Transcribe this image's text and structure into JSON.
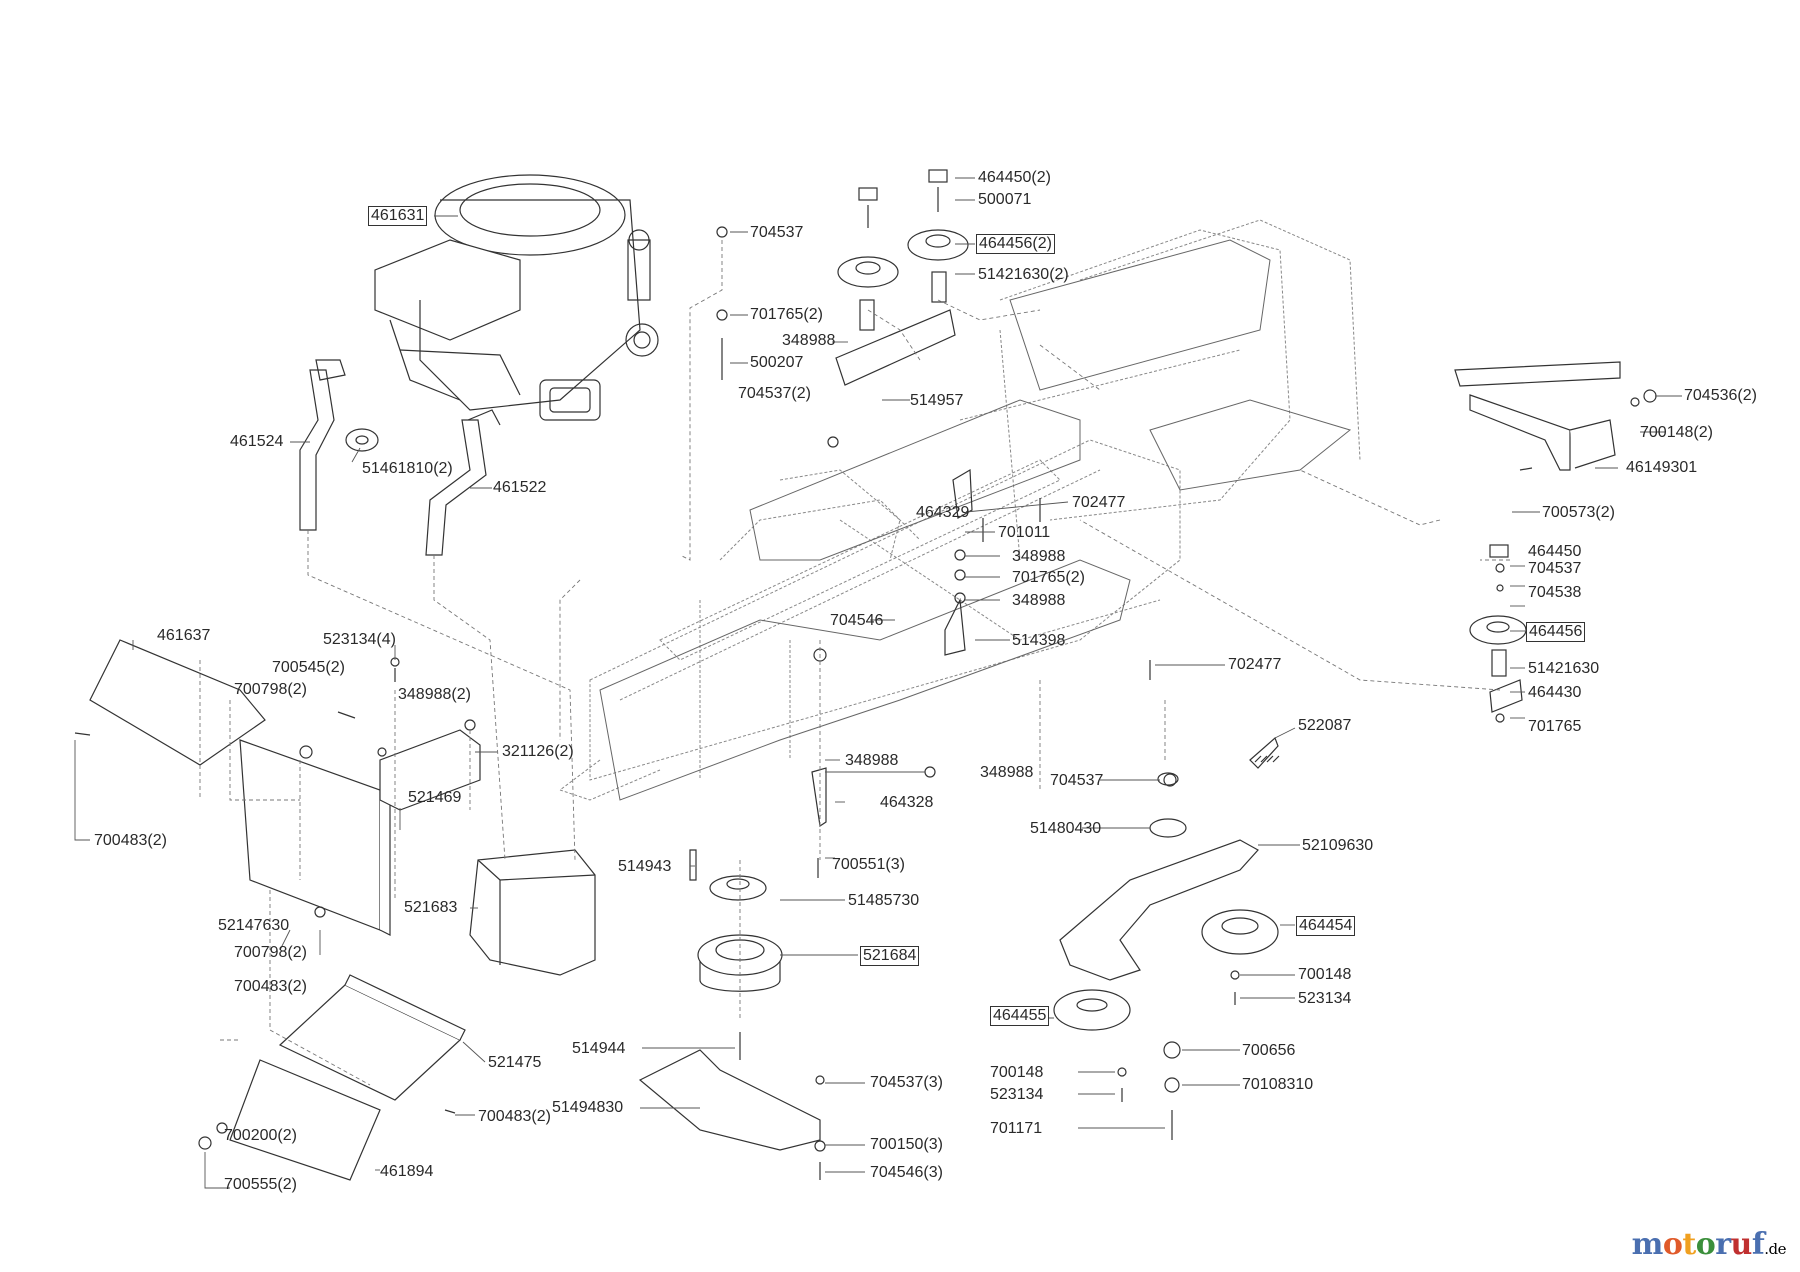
{
  "diagram": {
    "labels": [
      {
        "id": "l01",
        "text": "461631",
        "boxed": true
      },
      {
        "id": "l02",
        "text": "461524",
        "boxed": false
      },
      {
        "id": "l03",
        "text": "51461810(2)",
        "boxed": false
      },
      {
        "id": "l04",
        "text": "461522",
        "boxed": false
      },
      {
        "id": "l05",
        "text": "704537",
        "boxed": false
      },
      {
        "id": "l06",
        "text": "701765(2)",
        "boxed": false
      },
      {
        "id": "l07",
        "text": "500207",
        "boxed": false
      },
      {
        "id": "l08",
        "text": "704537(2)",
        "boxed": false
      },
      {
        "id": "l09",
        "text": "464450(2)",
        "boxed": false
      },
      {
        "id": "l10",
        "text": "500071",
        "boxed": false
      },
      {
        "id": "l11",
        "text": "464456(2)",
        "boxed": true
      },
      {
        "id": "l12",
        "text": "51421630(2)",
        "boxed": false
      },
      {
        "id": "l13",
        "text": "348988",
        "boxed": false
      },
      {
        "id": "l14",
        "text": "514957",
        "boxed": false
      },
      {
        "id": "l15",
        "text": "704536(2)",
        "boxed": false
      },
      {
        "id": "l16",
        "text": "700148(2)",
        "boxed": false
      },
      {
        "id": "l17",
        "text": "46149301",
        "boxed": false
      },
      {
        "id": "l18",
        "text": "700573(2)",
        "boxed": false
      },
      {
        "id": "l19",
        "text": "464329",
        "boxed": false
      },
      {
        "id": "l20",
        "text": "702477",
        "boxed": false
      },
      {
        "id": "l21",
        "text": "701011",
        "boxed": false
      },
      {
        "id": "l22",
        "text": "348988",
        "boxed": false
      },
      {
        "id": "l23",
        "text": "701765(2)",
        "boxed": false
      },
      {
        "id": "l24",
        "text": "348988",
        "boxed": false
      },
      {
        "id": "l25",
        "text": "704546",
        "boxed": false
      },
      {
        "id": "l26",
        "text": "514398",
        "boxed": false
      },
      {
        "id": "l27",
        "text": "702477",
        "boxed": false
      },
      {
        "id": "l28",
        "text": "464450",
        "boxed": false
      },
      {
        "id": "l29",
        "text": "704537",
        "boxed": false
      },
      {
        "id": "l30",
        "text": "704538",
        "boxed": false
      },
      {
        "id": "l31",
        "text": "464456",
        "boxed": true
      },
      {
        "id": "l32",
        "text": "51421630",
        "boxed": false
      },
      {
        "id": "l33",
        "text": "464430",
        "boxed": false
      },
      {
        "id": "l34",
        "text": "701765",
        "boxed": false
      },
      {
        "id": "l35",
        "text": "461637",
        "boxed": false
      },
      {
        "id": "l36",
        "text": "523134(4)",
        "boxed": false
      },
      {
        "id": "l37",
        "text": "700545(2)",
        "boxed": false
      },
      {
        "id": "l38",
        "text": "700798(2)",
        "boxed": false
      },
      {
        "id": "l39",
        "text": "348988(2)",
        "boxed": false
      },
      {
        "id": "l40",
        "text": "321126(2)",
        "boxed": false
      },
      {
        "id": "l41",
        "text": "521469",
        "boxed": false
      },
      {
        "id": "l42",
        "text": "700483(2)",
        "boxed": false
      },
      {
        "id": "l43",
        "text": "521683",
        "boxed": false
      },
      {
        "id": "l44",
        "text": "52147630",
        "boxed": false
      },
      {
        "id": "l45",
        "text": "700798(2)",
        "boxed": false
      },
      {
        "id": "l46",
        "text": "700483(2)",
        "boxed": false
      },
      {
        "id": "l47",
        "text": "521475",
        "boxed": false
      },
      {
        "id": "l48",
        "text": "700483(2)",
        "boxed": false
      },
      {
        "id": "l49",
        "text": "700200(2)",
        "boxed": false
      },
      {
        "id": "l50",
        "text": "700555(2)",
        "boxed": false
      },
      {
        "id": "l51",
        "text": "461894",
        "boxed": false
      },
      {
        "id": "l52",
        "text": "348988",
        "boxed": false
      },
      {
        "id": "l53",
        "text": "348988",
        "boxed": false
      },
      {
        "id": "l54",
        "text": "464328",
        "boxed": false
      },
      {
        "id": "l55",
        "text": "514943",
        "boxed": false
      },
      {
        "id": "l56",
        "text": "700551(3)",
        "boxed": false
      },
      {
        "id": "l57",
        "text": "51485730",
        "boxed": false
      },
      {
        "id": "l58",
        "text": "521684",
        "boxed": true
      },
      {
        "id": "l59",
        "text": "514944",
        "boxed": false
      },
      {
        "id": "l60",
        "text": "51494830",
        "boxed": false
      },
      {
        "id": "l61",
        "text": "704537(3)",
        "boxed": false
      },
      {
        "id": "l62",
        "text": "700150(3)",
        "boxed": false
      },
      {
        "id": "l63",
        "text": "704546(3)",
        "boxed": false
      },
      {
        "id": "l64",
        "text": "522087",
        "boxed": false
      },
      {
        "id": "l65",
        "text": "704537",
        "boxed": false
      },
      {
        "id": "l66",
        "text": "51480430",
        "boxed": false
      },
      {
        "id": "l67",
        "text": "52109630",
        "boxed": false
      },
      {
        "id": "l68",
        "text": "464454",
        "boxed": true
      },
      {
        "id": "l69",
        "text": "700148",
        "boxed": false
      },
      {
        "id": "l70",
        "text": "523134",
        "boxed": false
      },
      {
        "id": "l71",
        "text": "464455",
        "boxed": true
      },
      {
        "id": "l72",
        "text": "700656",
        "boxed": false
      },
      {
        "id": "l73",
        "text": "700148",
        "boxed": false
      },
      {
        "id": "l74",
        "text": "523134",
        "boxed": false
      },
      {
        "id": "l75",
        "text": "70108310",
        "boxed": false
      },
      {
        "id": "l76",
        "text": "701171",
        "boxed": false
      }
    ]
  },
  "watermark": {
    "text_main": "motoruf",
    "text_suffix": ".de",
    "colors": [
      "#4a6fb0",
      "#e05a2a",
      "#f0a020",
      "#3b8f3b",
      "#4a6fb0",
      "#c03030",
      "#4a6fb0"
    ]
  }
}
